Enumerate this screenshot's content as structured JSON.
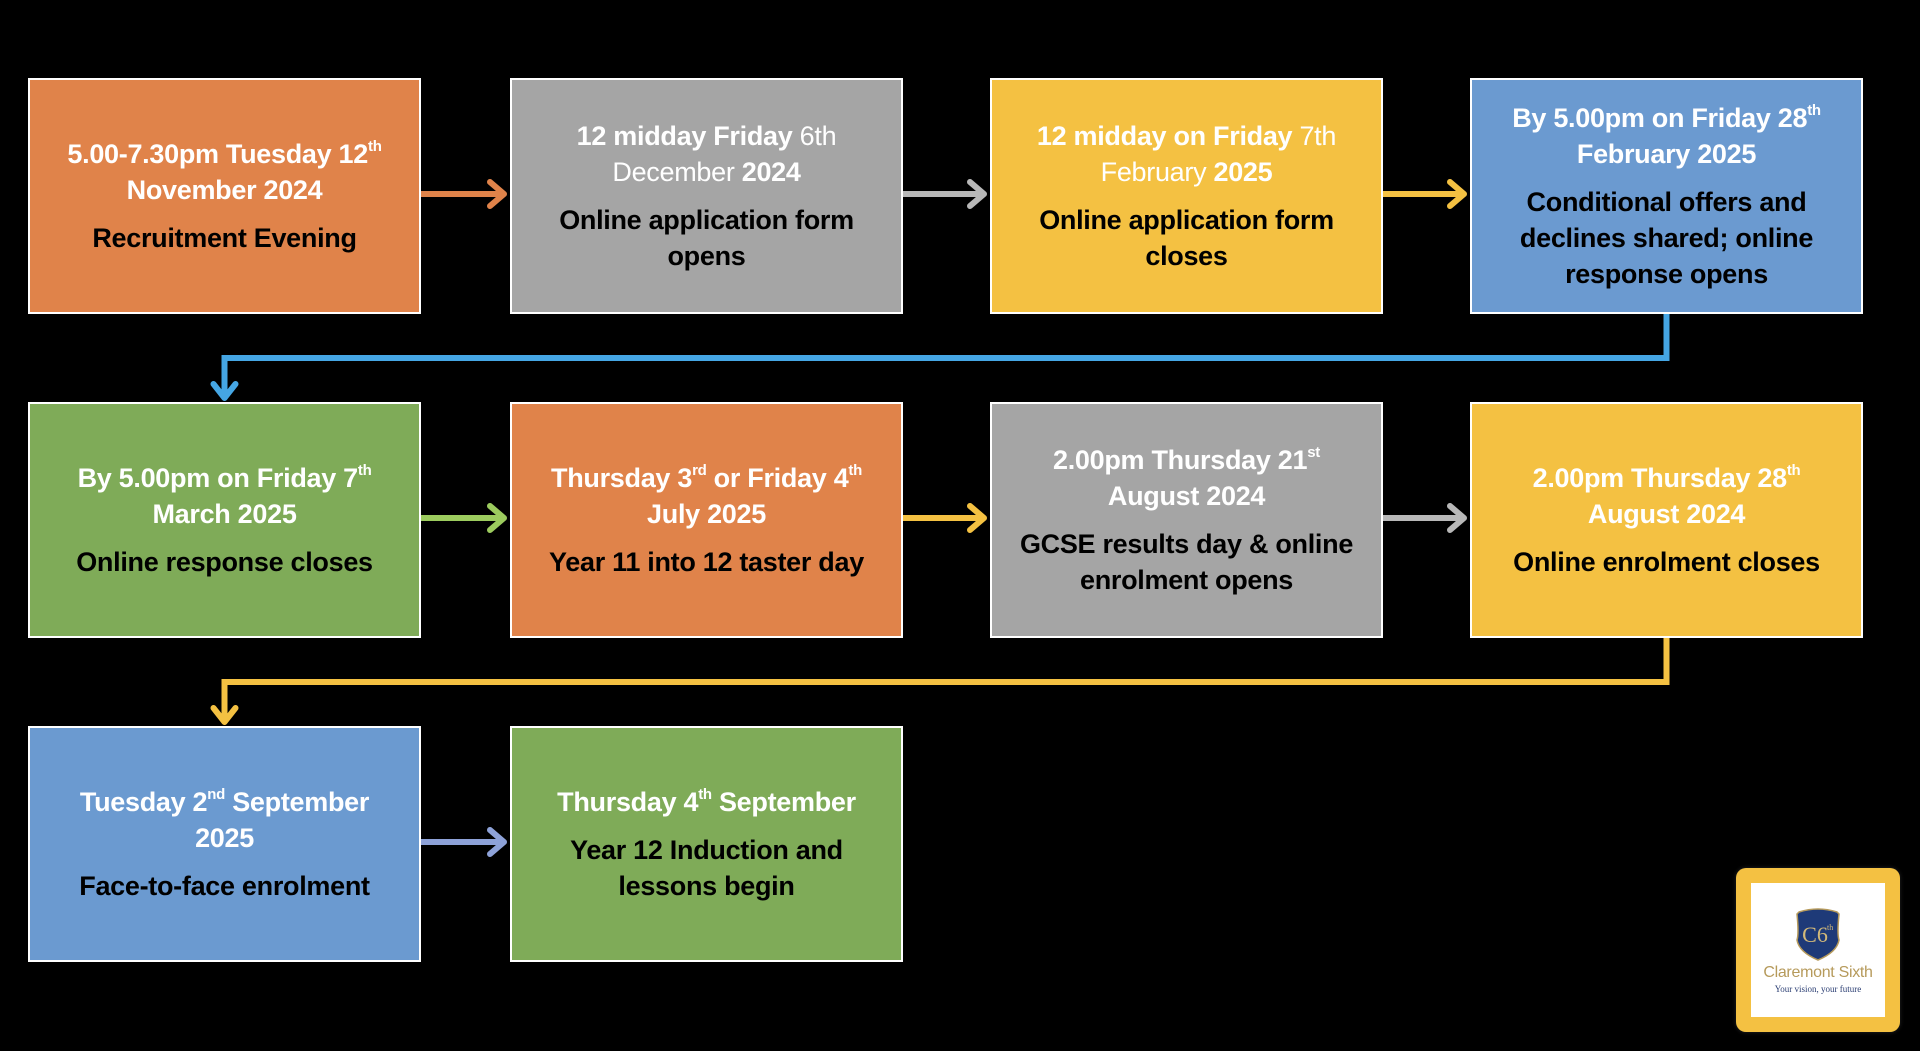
{
  "title": "Claremont Sixth admissions timeline",
  "colors": {
    "background": "#000000",
    "orange": "#E0834A",
    "grey": "#A5A5A5",
    "yellow": "#F4C142",
    "blue": "#6B9AD0",
    "green": "#7FAB58",
    "arrow_grey": "#B8B8B8",
    "arrow_green": "#9CCB5E",
    "arrow_periwinkle": "#8EA2D8",
    "connector_blue": "#45A6E4",
    "border": "#FFFFFF"
  },
  "steps": [
    {
      "color": "orange",
      "date_parts": [
        {
          "t": "5.00-7.30pm Tuesday 12",
          "b": true
        },
        {
          "sup": "th"
        },
        {
          "br": true
        },
        {
          "t": "November 2024",
          "b": true
        }
      ],
      "event": "Recruitment Evening"
    },
    {
      "color": "grey",
      "date_parts": [
        {
          "t": "12 midday Friday ",
          "b": true
        },
        {
          "t": "6th",
          "b": false
        },
        {
          "br": true
        },
        {
          "t": "December ",
          "b": false
        },
        {
          "t": "2024",
          "b": true
        }
      ],
      "event": "Online application form opens"
    },
    {
      "color": "yellow",
      "date_parts": [
        {
          "t": "12 midday on Friday ",
          "b": true
        },
        {
          "t": "7th",
          "b": false
        },
        {
          "br": true
        },
        {
          "t": "February ",
          "b": false
        },
        {
          "t": "2025",
          "b": true
        }
      ],
      "event": "Online application form closes"
    },
    {
      "color": "blue",
      "date_parts": [
        {
          "t": "By 5.00pm on Friday 28",
          "b": true
        },
        {
          "sup": "th"
        },
        {
          "br": true
        },
        {
          "t": "February 2025",
          "b": true
        }
      ],
      "event": "Conditional offers and declines shared; online response opens"
    },
    {
      "color": "green",
      "date_parts": [
        {
          "t": "By 5.00pm on Friday 7",
          "b": true
        },
        {
          "sup": "th"
        },
        {
          "br": true
        },
        {
          "t": "March 2025",
          "b": true
        }
      ],
      "event": "Online response closes"
    },
    {
      "color": "orange",
      "date_parts": [
        {
          "t": "Thursday 3",
          "b": true
        },
        {
          "sup": "rd"
        },
        {
          "t": " or Friday 4",
          "b": true
        },
        {
          "sup": "th"
        },
        {
          "br": true
        },
        {
          "t": "July 2025",
          "b": true
        }
      ],
      "event": "Year 11 into 12 taster day"
    },
    {
      "color": "grey",
      "date_parts": [
        {
          "t": "2.00pm Thursday 21",
          "b": true
        },
        {
          "sup": "st"
        },
        {
          "br": true
        },
        {
          "t": "August 2024",
          "b": true
        }
      ],
      "event": "GCSE results day & online enrolment opens"
    },
    {
      "color": "yellow",
      "date_parts": [
        {
          "t": "2.00pm Thursday 28",
          "b": true
        },
        {
          "sup": "th"
        },
        {
          "br": true
        },
        {
          "t": "August 2024",
          "b": true
        }
      ],
      "event": "Online enrolment closes"
    },
    {
      "color": "blue",
      "date_parts": [
        {
          "t": "Tuesday 2",
          "b": true
        },
        {
          "sup": "nd"
        },
        {
          "t": " September",
          "b": true
        },
        {
          "br": true
        },
        {
          "t": "2025",
          "b": true
        }
      ],
      "event": "Face-to-face enrolment"
    },
    {
      "color": "green",
      "date_parts": [
        {
          "t": "Thursday 4",
          "b": true
        },
        {
          "sup": "th"
        },
        {
          "t": " September",
          "b": true
        }
      ],
      "event": "Year 12 Induction and lessons begin"
    }
  ],
  "arrows": [
    {
      "from": 0,
      "to": 1,
      "color": "orange"
    },
    {
      "from": 1,
      "to": 2,
      "color": "arrow_grey"
    },
    {
      "from": 2,
      "to": 3,
      "color": "yellow"
    },
    {
      "from": 3,
      "to": 4,
      "color": "connector_blue",
      "kind": "elbow"
    },
    {
      "from": 4,
      "to": 5,
      "color": "arrow_green"
    },
    {
      "from": 5,
      "to": 6,
      "color": "yellow"
    },
    {
      "from": 6,
      "to": 7,
      "color": "arrow_grey"
    },
    {
      "from": 7,
      "to": 8,
      "color": "yellow",
      "kind": "elbow"
    },
    {
      "from": 8,
      "to": 9,
      "color": "arrow_periwinkle"
    }
  ],
  "logo": {
    "monogram": "C6",
    "monogram_sup": "th",
    "name": "Claremont Sixth",
    "tagline": "Your vision, your future"
  }
}
